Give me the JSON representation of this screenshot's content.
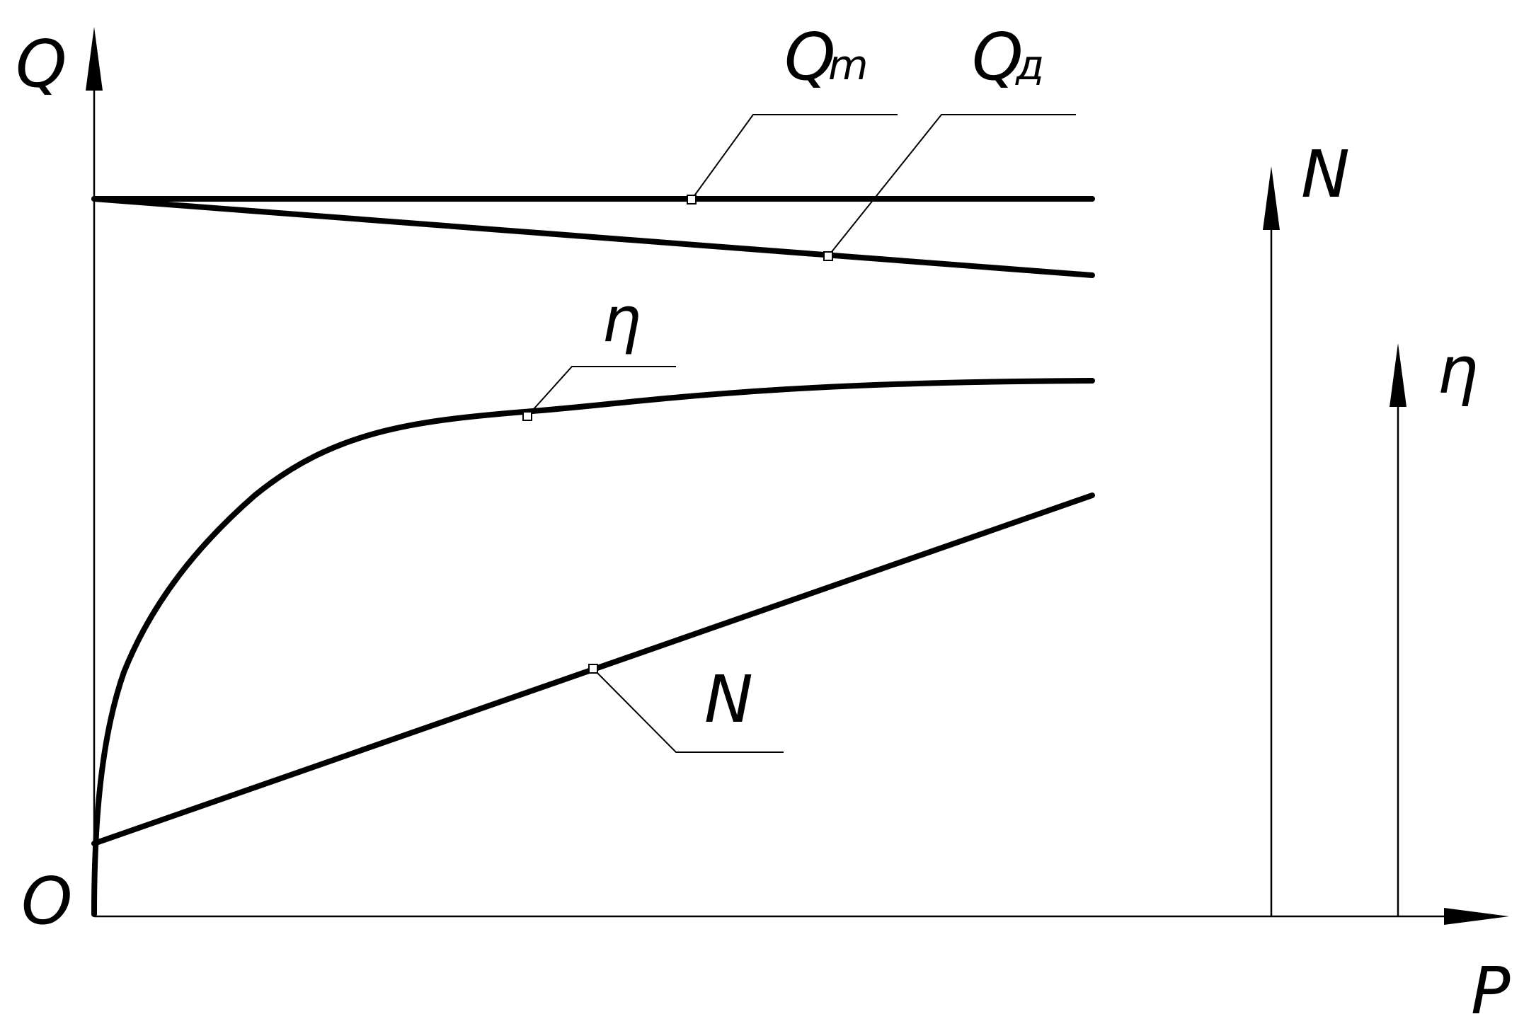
{
  "axes": {
    "q_label": "Q",
    "origin_label": "O",
    "p_label": "P",
    "n_label": "N",
    "eta_label": "η"
  },
  "curves": {
    "qm": {
      "main": "Q",
      "sub": "m"
    },
    "qd": {
      "main": "Q",
      "sub": "д"
    },
    "eta": {
      "label": "η"
    },
    "n": {
      "label": "N"
    }
  },
  "colors": {
    "ink": "#000000",
    "background": "#ffffff"
  }
}
